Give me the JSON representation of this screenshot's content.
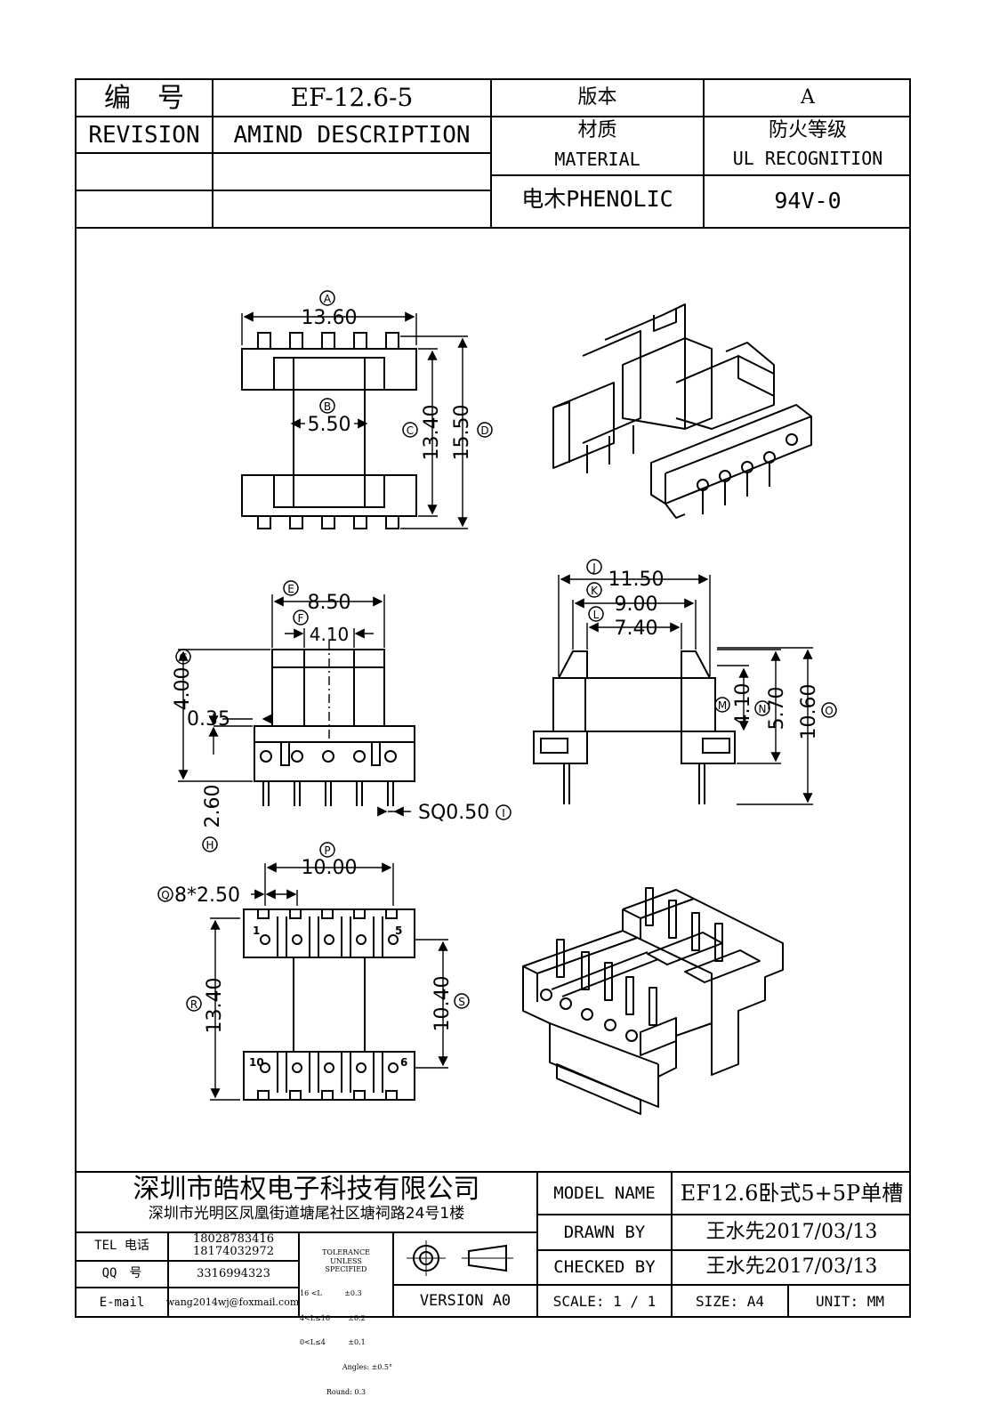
{
  "header": {
    "number_label": "编　号",
    "number_value": "EF-12.6-5",
    "version_label": "版本",
    "version_value": "A",
    "revision_label": "REVISION",
    "description_label": "AMIND DESCRIPTION",
    "material_label_cn": "材质",
    "material_label_en": "MATERIAL",
    "fire_label_cn": "防火等级",
    "fire_label_en": "UL RECOGNITION",
    "material_value": "电木PHENOLIC",
    "fire_value": "94V-0"
  },
  "views": {
    "top": {
      "A": "13.60",
      "B": "5.50",
      "C": "13.40",
      "D": "15.50",
      "tag_A": "A",
      "tag_B": "B",
      "tag_C": "C",
      "tag_D": "D"
    },
    "side": {
      "E": "8.50",
      "F": "4.10",
      "G": "4.00",
      "H": "2.60",
      "I": "SQ0.50",
      "offset": "0.35",
      "tag_E": "E",
      "tag_F": "F",
      "tag_G": "G",
      "tag_H": "H",
      "tag_I": "I"
    },
    "front": {
      "J": "11.50",
      "K": "9.00",
      "L": "7.40",
      "M": "4.10",
      "N": "5.70",
      "O": "10.60",
      "tag_J": "J",
      "tag_K": "K",
      "tag_L": "L",
      "tag_M": "M",
      "tag_N": "N",
      "tag_O": "O"
    },
    "bottom": {
      "P": "10.00",
      "Q": "8*2.50",
      "R": "13.40",
      "S": "10.40",
      "pin_1": "1",
      "pin_5": "5",
      "pin_10": "10",
      "pin_6": "6",
      "tag_P": "P",
      "tag_Q": "Q",
      "tag_R": "R",
      "tag_S": "S"
    }
  },
  "title_block": {
    "company": "深圳市皓权电子科技有限公司",
    "address": "深圳市光明区凤凰街道塘尾社区塘祠路24号1楼",
    "tel_label": "TEL 电话",
    "tel_1": "18028783416",
    "tel_2": "18174032972",
    "qq_label": "QQ　号",
    "qq_value": "3316994323",
    "email_label": "E-mail",
    "email_value": "wang2014wj@foxmail.com",
    "tolerance_title": "TOLERANCE\nUNLESS\nSPECIFIED",
    "tolerance_rows": [
      "16 <L          ±0.3",
      "4<L≤16        ±0.2",
      "0<L≤4          ±0.1",
      "Angles: ±0.5°",
      "Round: 0.3"
    ],
    "version": "VERSION A0",
    "model_label": "MODEL NAME",
    "model_value": "EF12.6卧式5+5P单槽",
    "drawn_label": "DRAWN BY",
    "drawn_value": "王水先2017/03/13",
    "checked_label": "CHECKED BY",
    "checked_value": "王水先2017/03/13",
    "scale": "SCALE: 1 / 1",
    "size": "SIZE: A4",
    "unit": "UNIT: MM"
  }
}
